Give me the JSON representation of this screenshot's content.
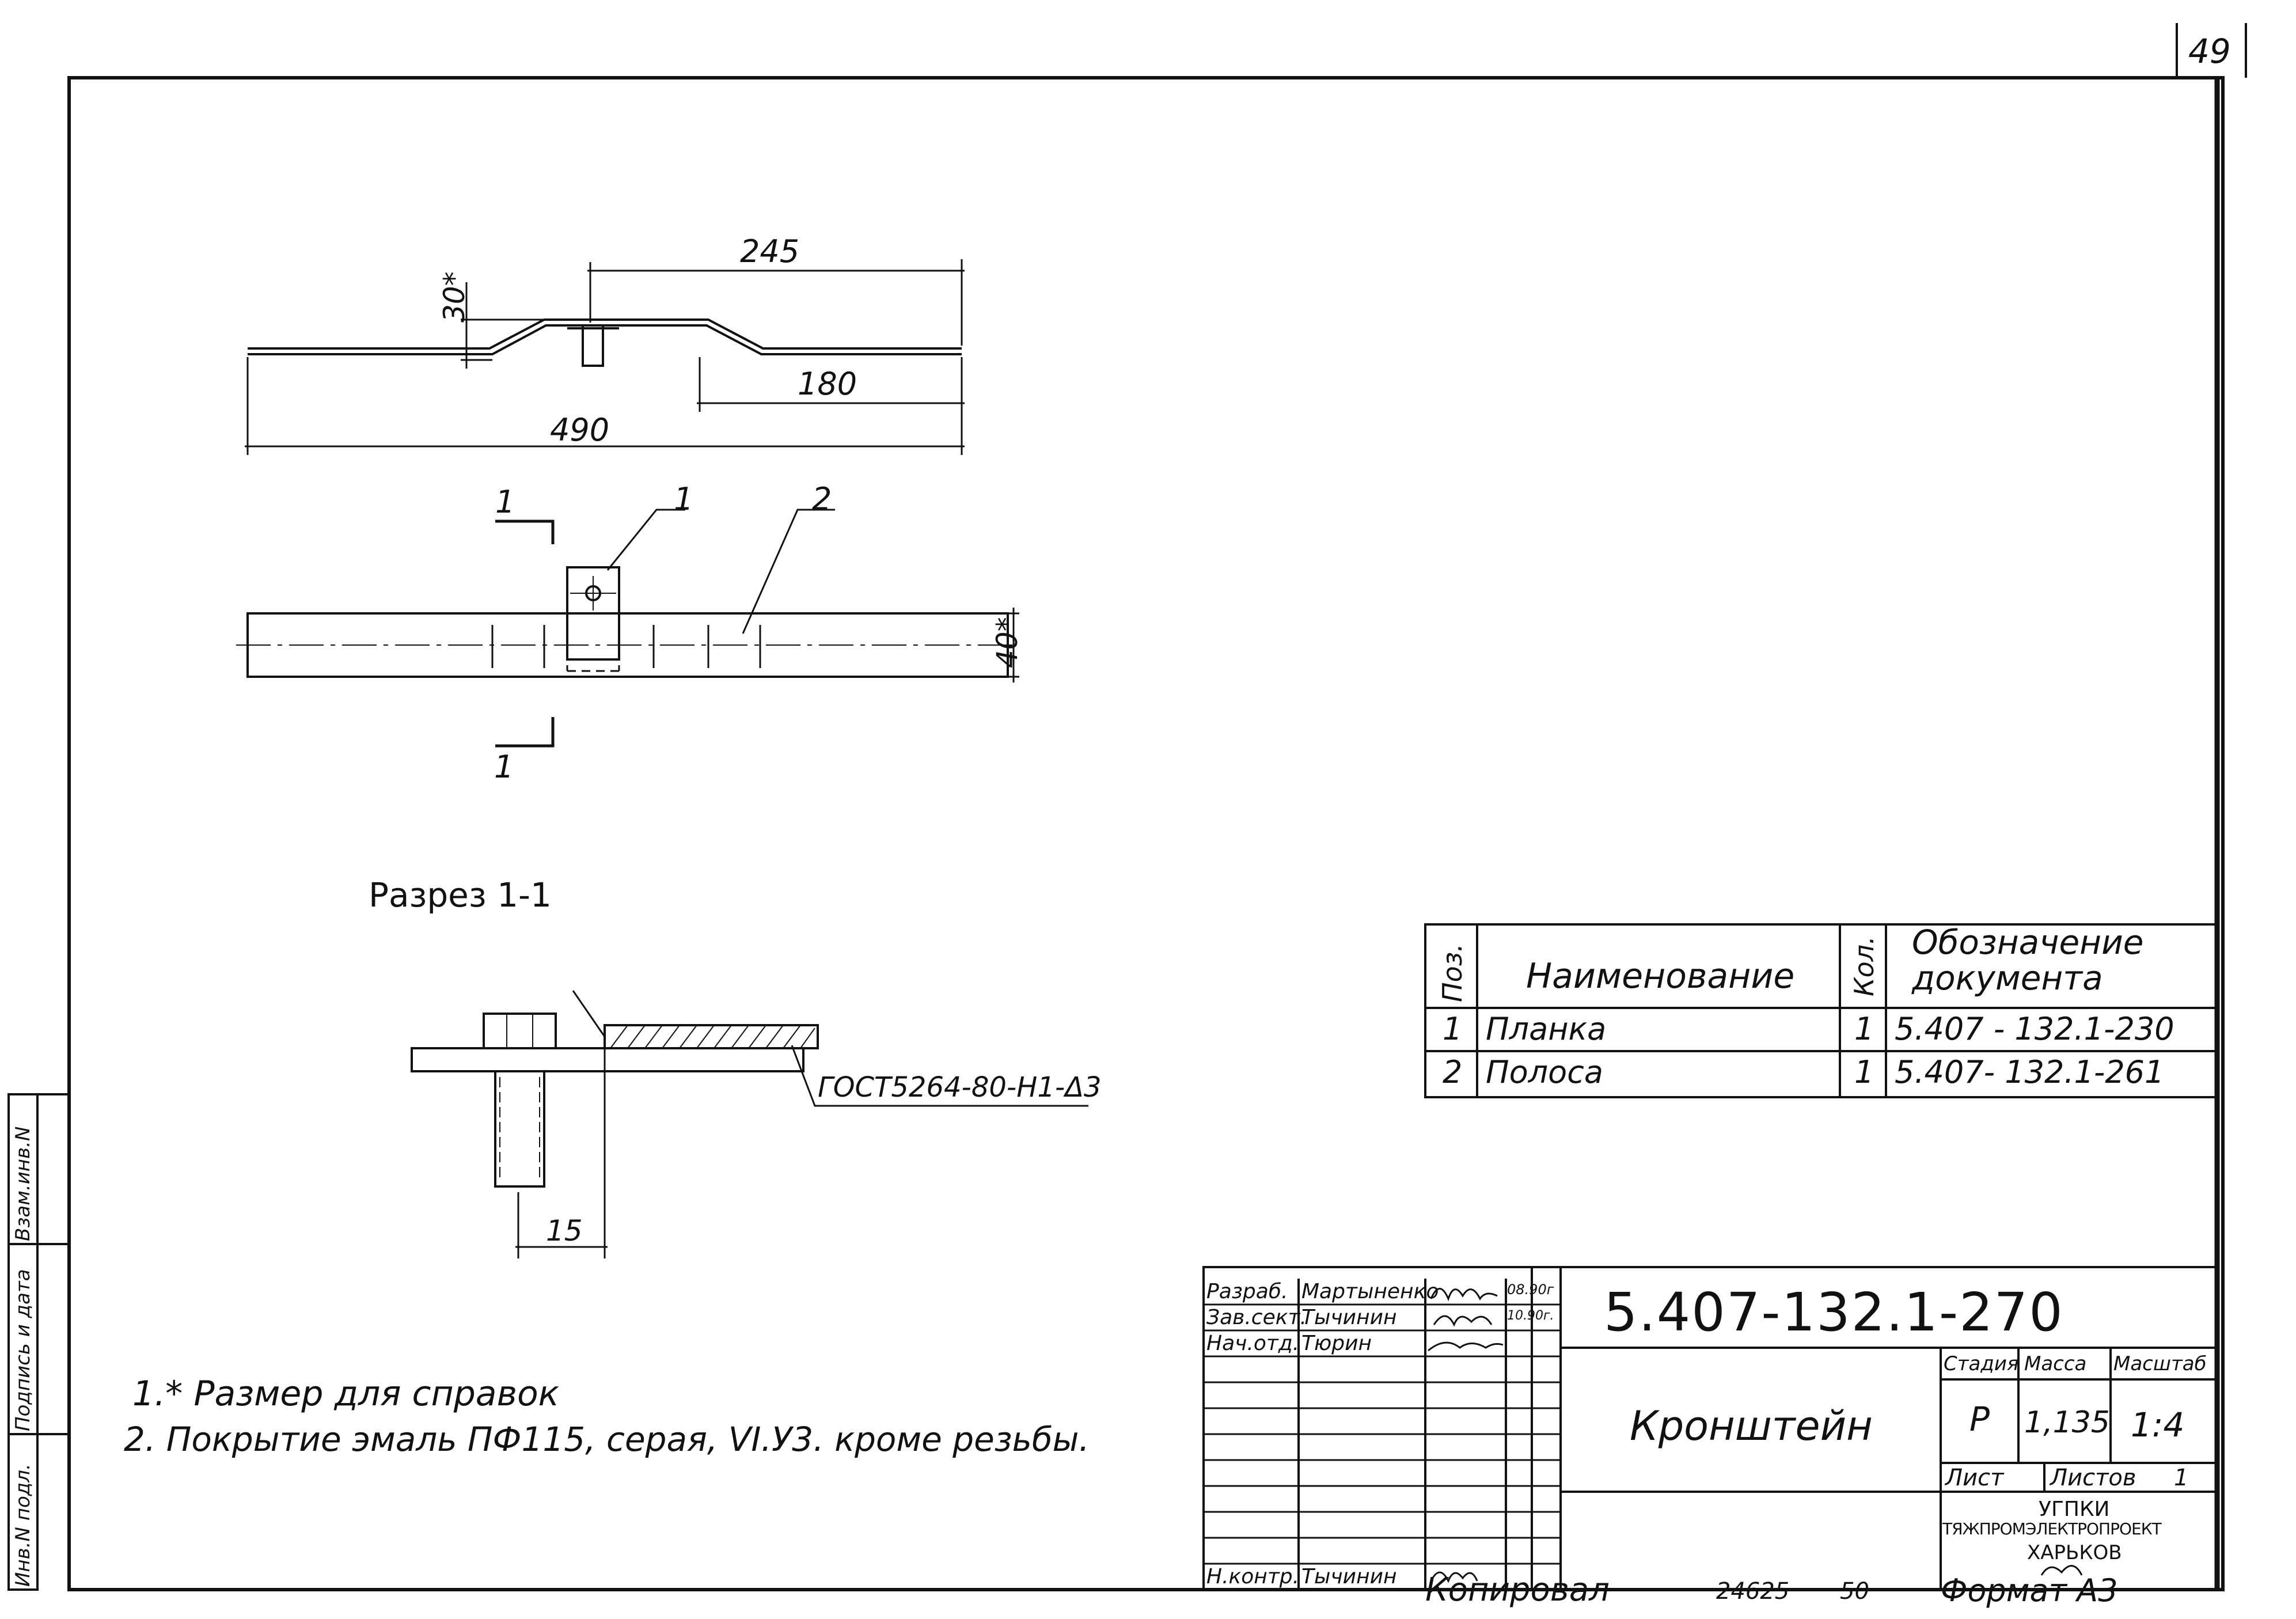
{
  "sheet_number": "49",
  "dimensions": {
    "overall": "490",
    "right_half": "245",
    "flat_end": "180",
    "offset": "30*",
    "width": "40*",
    "bolt_offset": "15"
  },
  "callouts": {
    "part1": "1",
    "part2": "2",
    "section_mark_top": "1",
    "section_mark_bottom": "1"
  },
  "section_title": "Разрез  1-1",
  "weld_standard": "ГОСТ5264-80-Н1-Δ3",
  "notes": [
    "1.* Размер для справок",
    "2. Покрытие эмаль ПФ115, серая, VI.У3. кроме резьбы."
  ],
  "spec_table": {
    "headers": {
      "pos": "Поз.",
      "name": "Наименование",
      "qty": "Кол.",
      "doc": "Обозначение документа"
    },
    "rows": [
      {
        "pos": "1",
        "name": "Планка",
        "qty": "1",
        "doc": "5.407 - 132.1-230"
      },
      {
        "pos": "2",
        "name": "Полоса",
        "qty": "1",
        "doc": "5.407- 132.1-261"
      }
    ]
  },
  "title_block": {
    "doc_code": "5.407-132.1-270",
    "title": "Кронштейн",
    "signatures": [
      {
        "role": "Разраб.",
        "name": "Мартыненко",
        "date": "08.90г"
      },
      {
        "role": "Зав.сект.",
        "name": "Тычинин",
        "date": "10.90г."
      },
      {
        "role": "Нач.отд.",
        "name": "Тюрин",
        "date": ""
      }
    ],
    "norm_control": {
      "role": "Н.контр.",
      "name": "Тычинин"
    },
    "stage_label": "Стадия",
    "mass_label": "Масса",
    "scale_label": "Масштаб",
    "stage": "Р",
    "mass": "1,135",
    "scale": "1:4",
    "sheet_label": "Лист",
    "sheets_label": "Листов",
    "sheets": "1",
    "org_line1": "УГПКИ",
    "org_line2": "ТЯЖПРОМЭЛЕКТРОПРОЕКТ",
    "org_line3": "ХАРЬКОВ"
  },
  "side_stamp": {
    "inv_original": "Инв.N подл.",
    "sign_date": "Подпись и дата",
    "replaces": "Взам.инв.N"
  },
  "footer": {
    "copied_label": "Копировал",
    "order_number": "24625",
    "number2": "50",
    "format_label": "Формат А3"
  }
}
